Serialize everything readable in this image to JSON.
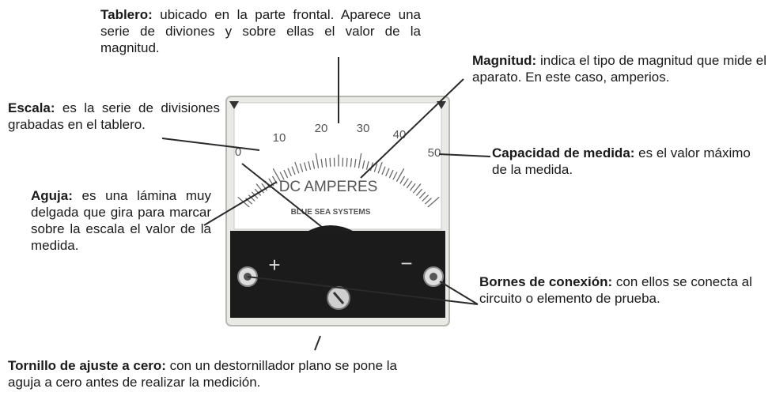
{
  "notes": {
    "tablero": {
      "term": "Tablero:",
      "text": " ubicado en la parte frontal. Aparece una serie de diviones y sobre ellas el valor de la magnitud."
    },
    "magnitud": {
      "term": "Magnitud:",
      "text": " indica el tipo de magnitud que mide el aparato. En este caso, amperios."
    },
    "escala": {
      "term": "Escala:",
      "text": " es la serie de divisiones grabadas en el tablero."
    },
    "capacidad": {
      "term": "Capacidad de medida:",
      "text": " es el valor máximo de la medida."
    },
    "aguja": {
      "term": "Aguja:",
      "text": " es una lámina muy delgada que gira para marcar sobre la escala el valor de la medida."
    },
    "bornes": {
      "term": "Bornes de conexión:",
      "text": " con ellos se conecta al circuito o elemento de prueba."
    },
    "tornillo": {
      "term": "Tornillo de ajuste a cero:",
      "text": " con un destornillador plano se pone la aguja a cero antes de realizar la medición."
    }
  },
  "meter": {
    "scale_labels": [
      "0",
      "10",
      "20",
      "30",
      "40",
      "50"
    ],
    "unit_label": "DC AMPERES",
    "brand": "BLUE SEA SYSTEMS",
    "plus_sign": "+",
    "minus_sign": "−"
  }
}
